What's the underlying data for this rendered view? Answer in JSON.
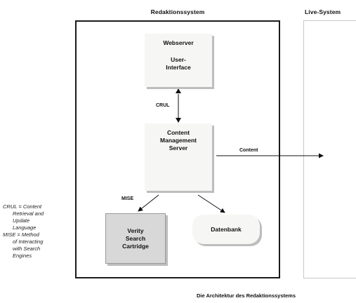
{
  "frames": {
    "redaktion_title": "Redaktionssystem",
    "live_title": "Live-System"
  },
  "webserver": {
    "title": "Webserver",
    "line1": "User-",
    "line2": "Interface"
  },
  "cms": {
    "line1": "Content",
    "line2": "Management",
    "line3": "Server"
  },
  "verity": {
    "line1": "Verity",
    "line2": "Search",
    "line3": "Cartridge"
  },
  "datenbank": "Datenbank",
  "labels": {
    "crul": "CRUL",
    "mise": "MISE",
    "content": "Content"
  },
  "legend": {
    "crul_line1": "CRUL = Content",
    "crul_line2": "Retrieval and",
    "crul_line3": "Update",
    "crul_line4": "Language",
    "mise_line1": "MISE = Method",
    "mise_line2": "of Interacting",
    "mise_line3": "with Search",
    "mise_line4": "Engines"
  },
  "caption": "Die Architektur des Redaktionssystems"
}
